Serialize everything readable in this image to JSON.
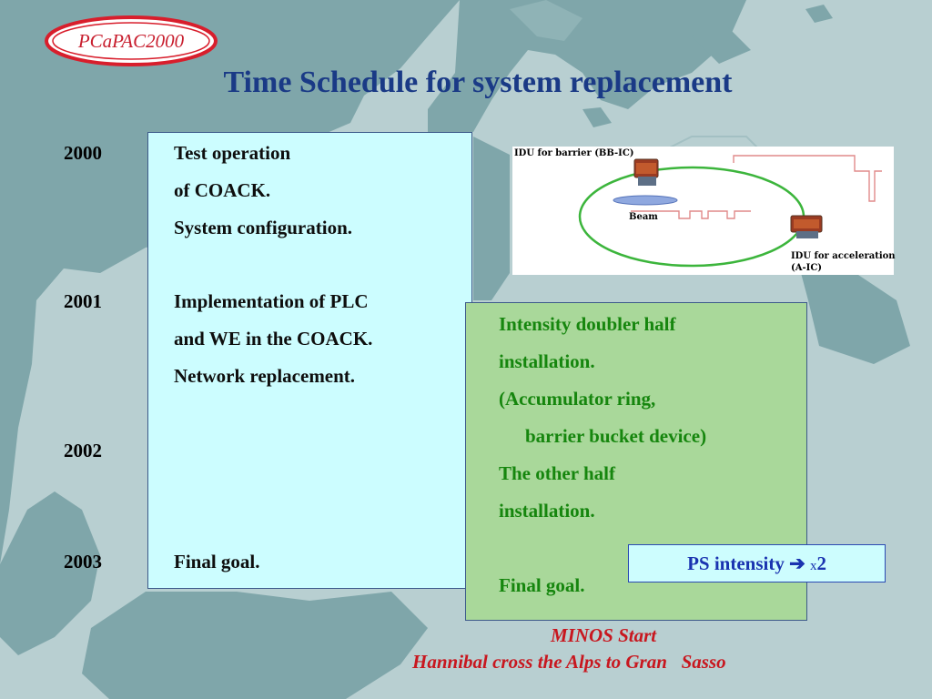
{
  "logo": {
    "text": "PCaPAC2000"
  },
  "title": "Time Schedule for system replacement",
  "timeline": {
    "years": [
      "2000",
      "2001",
      "2002",
      "2003"
    ]
  },
  "blue_box": {
    "lines": [
      "Test operation",
      "of COACK.",
      "System configuration.",
      "Implementation of PLC",
      "and WE in the COACK.",
      "Network replacement.",
      "Final goal."
    ]
  },
  "green_box": {
    "lines": [
      "Intensity doubler half",
      "installation.",
      "(Accumulator ring,",
      "barrier bucket device)",
      "The other half",
      "installation.",
      "Final goal."
    ]
  },
  "figure": {
    "label_bb": "IDU for barrier (BB-IC)",
    "label_beam": "Beam",
    "label_acc_1": "IDU for acceleration",
    "label_acc_2": "(A-IC)"
  },
  "ps_box": {
    "label": "PS intensity",
    "arrow": "➔",
    "times": "x",
    "factor": "2"
  },
  "footer": {
    "minos": "MINOS Start",
    "hannibal": "Hannibal cross the Alps to Gran   Sasso"
  },
  "colors": {
    "title": "#1a3a86",
    "green_text": "#16860e",
    "red_text": "#c8171f",
    "blue_box_bg": "#ccfdff",
    "green_box_bg": "#a9d89a",
    "sea": "#b8cfd1",
    "land": "#7fa6aa"
  }
}
